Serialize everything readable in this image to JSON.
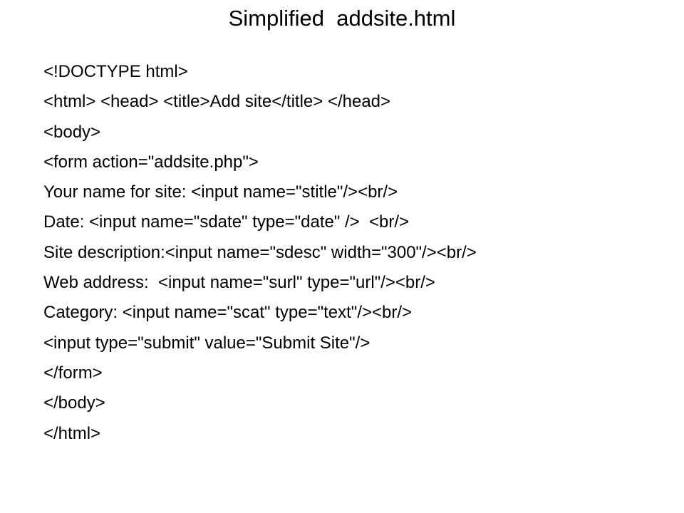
{
  "slide": {
    "title": "Simplified  addsite.html",
    "lines": [
      "<!DOCTYPE html>",
      "<html> <head> <title>Add site</title> </head>",
      "<body>",
      "<form action=\"addsite.php\">",
      "Your name for site: <input name=\"stitle\"/><br/>",
      "Date: <input name=\"sdate\" type=\"date\" />  <br/>",
      "Site description:<input name=\"sdesc\" width=\"300\"/><br/>",
      "Web address:  <input name=\"surl\" type=\"url\"/><br/>",
      "Category: <input name=\"scat\" type=\"text\"/><br/>",
      "<input type=\"submit\" value=\"Submit Site\"/>",
      "</form>",
      "</body>",
      "</html>"
    ]
  }
}
